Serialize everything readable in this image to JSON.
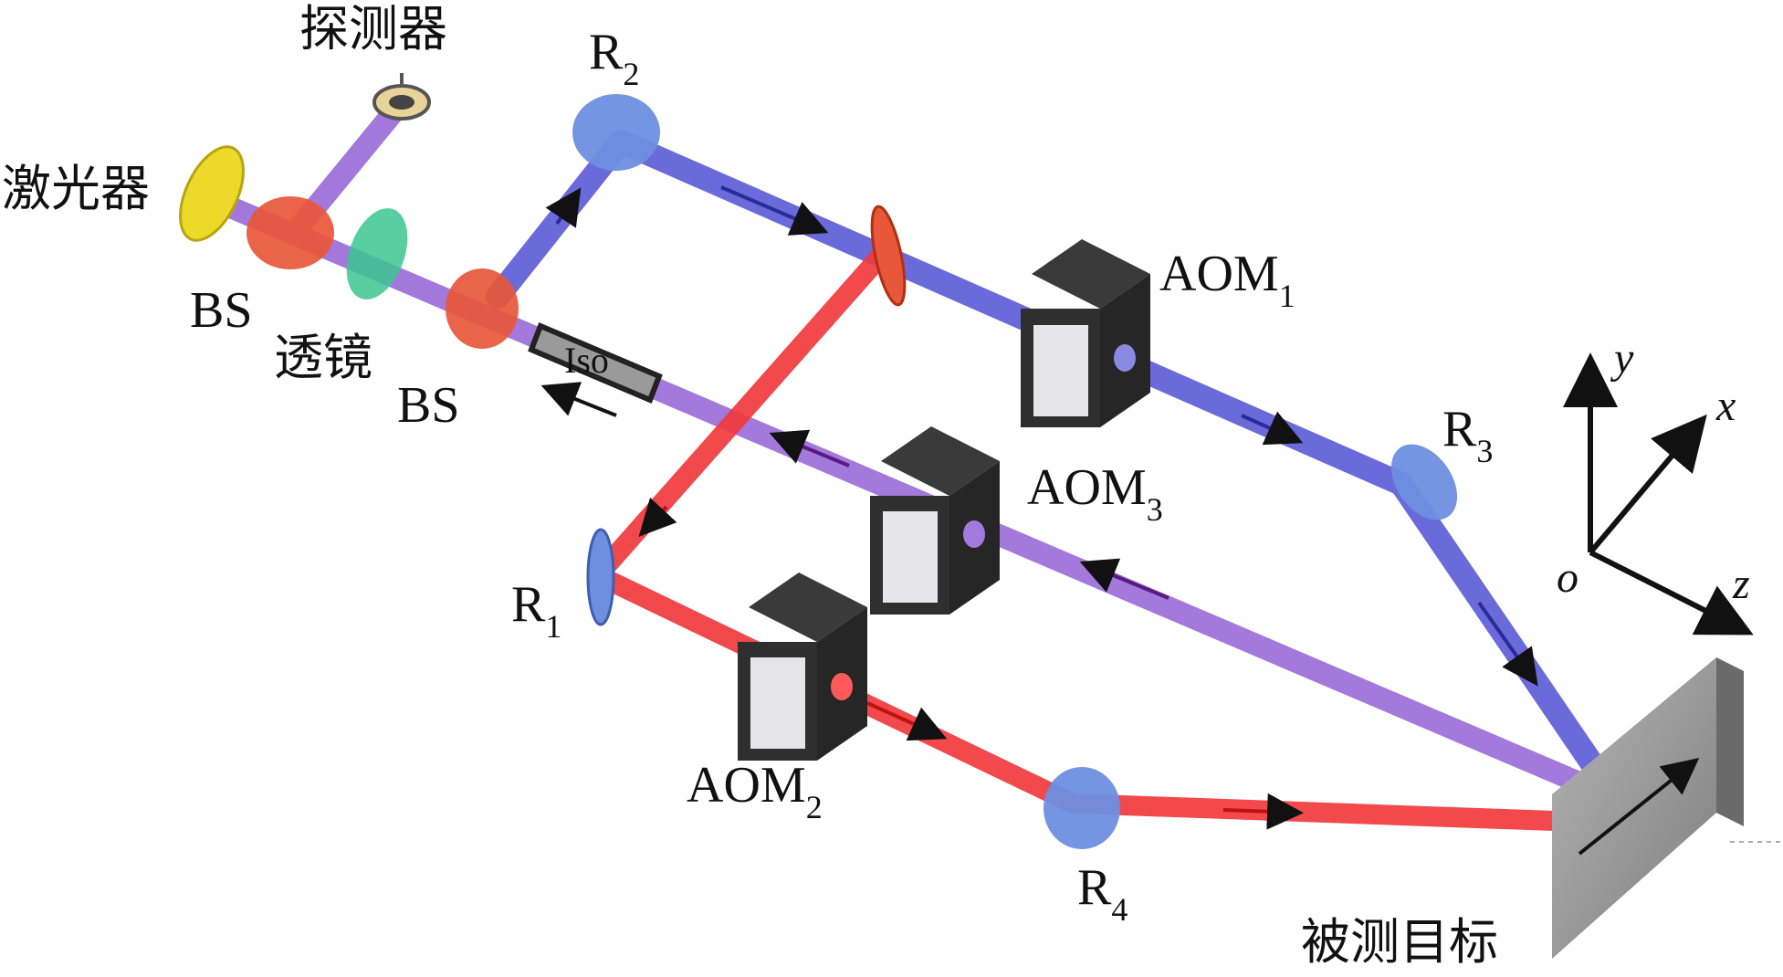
{
  "labels": {
    "detector": "探测器",
    "laser": "激光器",
    "lens": "透镜",
    "bs1": "BS",
    "bs2": "BS",
    "iso": "Iso",
    "target": "被测目标",
    "r1": {
      "base": "R",
      "sub": "1"
    },
    "r2": {
      "base": "R",
      "sub": "2"
    },
    "r3": {
      "base": "R",
      "sub": "3"
    },
    "r4": {
      "base": "R",
      "sub": "4"
    },
    "aom1": {
      "base": "AOM",
      "sub": "1"
    },
    "aom2": {
      "base": "AOM",
      "sub": "2"
    },
    "aom3": {
      "base": "AOM",
      "sub": "3"
    }
  },
  "axes": {
    "x": "x",
    "y": "y",
    "z": "z",
    "origin": "o"
  },
  "colors": {
    "blue_beam": "#5a5ad6",
    "purple_beam": "#9a6ad8",
    "red_beam": "#f0393d",
    "mirror": "#6e8fe0",
    "bs": "#e8573a",
    "lens": "#3cc690",
    "laser": "#ecd92a",
    "aom_body": "#2f2f2f",
    "target": "#9a9a9a"
  }
}
